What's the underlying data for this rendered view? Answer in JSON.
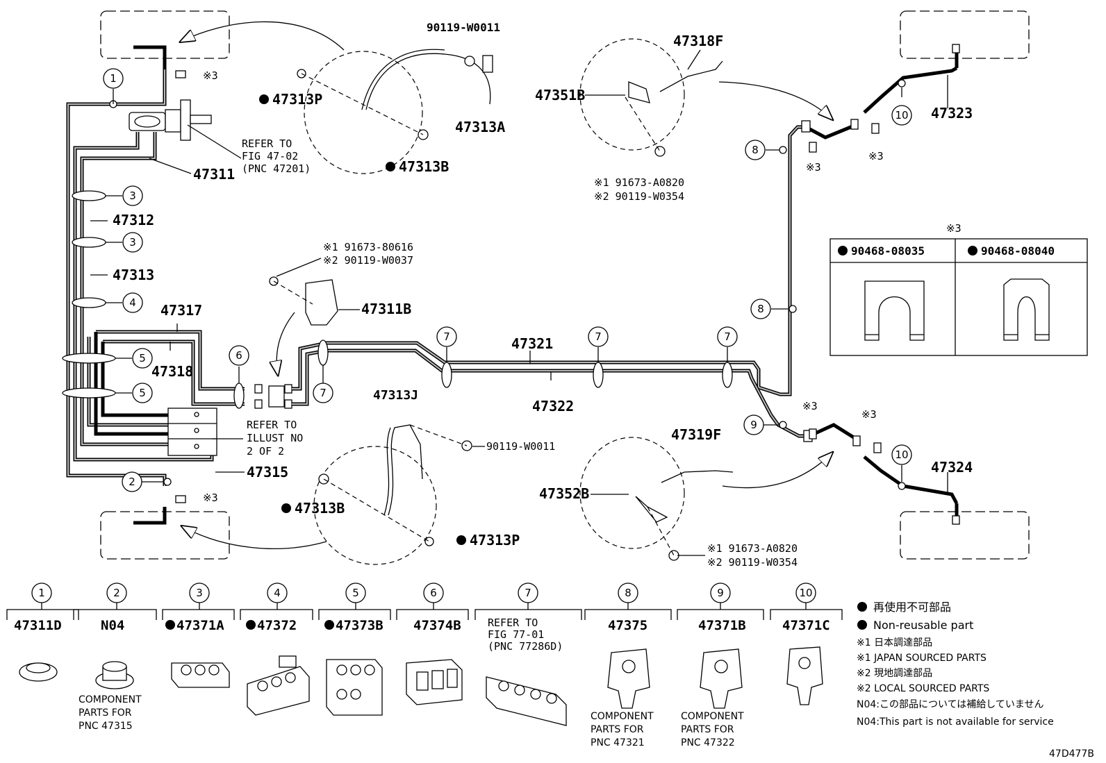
{
  "diagram_id": "47D477B",
  "callouts": {
    "p47313P_top": "47313P",
    "p90119_W0011_top": "90119-W0011",
    "p47313A": "47313A",
    "p47313B_top": "47313B",
    "p47311": "47311",
    "refer_top_1": "REFER TO",
    "refer_top_2": "FIG 47-02",
    "refer_top_3": "(PNC 47201)",
    "p47312": "47312",
    "p47313": "47313",
    "p47317": "47317",
    "p47318": "47318",
    "p47311B": "47311B",
    "s1_80616": "※1 91673-80616",
    "s2_W0037": "※2 90119-W0037",
    "refer_mid_1": "REFER TO",
    "refer_mid_2": "ILLUST NO",
    "refer_mid_3": "2 OF 2",
    "p47315": "47315",
    "p47313J": "47313J",
    "p90119_W0011_mid": "90119-W0011",
    "p47313B_bot": "47313B",
    "p47313P_bot": "47313P",
    "p47321": "47321",
    "p47322": "47322",
    "p47318F": "47318F",
    "p47351B": "47351B",
    "s1_A0820_top": "※1 91673-A0820",
    "s2_W0354_top": "※2 90119-W0354",
    "p47323": "47323",
    "p47319F": "47319F",
    "p47352B": "47352B",
    "s1_A0820_bot": "※1 91673-A0820",
    "s2_W0354_bot": "※2 90119-W0354",
    "p47324": "47324",
    "note3": "※3"
  },
  "circle_nums": [
    "1",
    "2",
    "3",
    "4",
    "5",
    "6",
    "7",
    "8",
    "9",
    "10"
  ],
  "clip_table": {
    "title": "※3",
    "col1": "90468-08035",
    "col2": "90468-08040"
  },
  "bottom_parts": [
    {
      "num": "1",
      "pn": "47311D",
      "sub": ""
    },
    {
      "num": "2",
      "pn": "N04",
      "sub1": "COMPONENT",
      "sub2": "PARTS FOR",
      "sub3": "PNC 47315"
    },
    {
      "num": "3",
      "pn": "47371A"
    },
    {
      "num": "4",
      "pn": "47372"
    },
    {
      "num": "5",
      "pn": "47373B"
    },
    {
      "num": "6",
      "pn": "47374B"
    },
    {
      "num": "7",
      "pn": "REFER TO",
      "sub1": "FIG 77-01",
      "sub2": "(PNC 77286D)"
    },
    {
      "num": "8",
      "pn": "47375",
      "sub1": "COMPONENT",
      "sub2": "PARTS FOR",
      "sub3": "PNC 47321"
    },
    {
      "num": "9",
      "pn": "47371B",
      "sub1": "COMPONENT",
      "sub2": "PARTS FOR",
      "sub3": "PNC 47322"
    },
    {
      "num": "10",
      "pn": "47371C"
    }
  ],
  "legend": {
    "l1": "再使用不可部品",
    "l2": "Non-reusable part",
    "l3": "※1 日本調達部品",
    "l4": "※1 JAPAN SOURCED PARTS",
    "l5": "※2 現地調達部品",
    "l6": "※2 LOCAL SOURCED PARTS",
    "l7": "N04:この部品については補給していません",
    "l8": "N04:This part is not available for service"
  }
}
